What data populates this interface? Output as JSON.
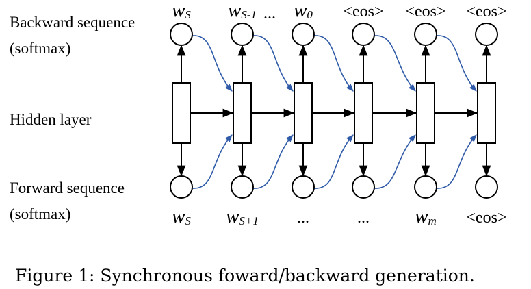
{
  "row_labels": {
    "backward": "Backward sequence",
    "backward_sub": "(softmax)",
    "hidden": "Hidden layer",
    "forward": "Forward sequence",
    "forward_sub": "(softmax)"
  },
  "top_tokens": [
    {
      "main": "w",
      "sub": "S"
    },
    {
      "main": "w",
      "sub": "S-1"
    },
    {
      "main": "w",
      "sub": "0"
    },
    {
      "main": "<eos>",
      "sub": ""
    },
    {
      "main": "<eos>",
      "sub": ""
    },
    {
      "main": "<eos>",
      "sub": ""
    }
  ],
  "top_ellipsis": "...",
  "bottom_tokens": [
    {
      "main": "w",
      "sub": "S"
    },
    {
      "main": "w",
      "sub": "S+1"
    },
    {
      "main": "...",
      "sub": ""
    },
    {
      "main": "...",
      "sub": ""
    },
    {
      "main": "w",
      "sub": "m"
    },
    {
      "main": "<eos>",
      "sub": ""
    }
  ],
  "caption": "Figure 1:  Synchronous foward/backward generation.",
  "colors": {
    "line": "#000000",
    "feedback": "#2f5aa8"
  }
}
